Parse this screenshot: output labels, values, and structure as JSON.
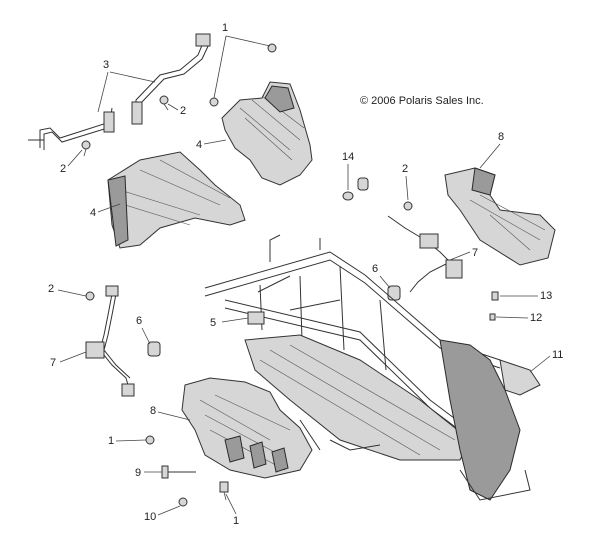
{
  "copyright": "© 2006 Polaris Sales Inc.",
  "callouts": {
    "c1a": "1",
    "c1b": "1",
    "c1c": "1",
    "c2a": "2",
    "c2b": "2",
    "c2c": "2",
    "c2d": "2",
    "c3": "3",
    "c4a": "4",
    "c4b": "4",
    "c5": "5",
    "c6a": "6",
    "c6b": "6",
    "c7a": "7",
    "c7b": "7",
    "c8a": "8",
    "c8b": "8",
    "c9": "9",
    "c10": "10",
    "c11": "11",
    "c12": "12",
    "c13": "13",
    "c14": "14"
  }
}
